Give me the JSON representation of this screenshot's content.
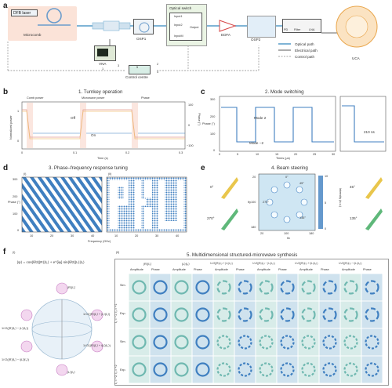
{
  "panels": {
    "a": {
      "letter": "a",
      "dfb_laser": "DFB laser",
      "microcomb": "Microcomb",
      "vna": "VNA",
      "ospi": "OSP1",
      "optical_switch": "Optical switch",
      "inputs": [
        "Input1",
        "Input2",
        "InputM"
      ],
      "output": "Output",
      "edfa": "EDFA",
      "osp2": "OSP2",
      "pd": "PD",
      "filter": "Filter",
      "lna": "LNA",
      "uca": "UCA",
      "control_centre": "Control centre",
      "numbers": [
        "1",
        "2",
        "3",
        "4",
        "5"
      ],
      "legend": [
        "Optical path",
        "Electrical path",
        "Control path"
      ]
    },
    "b": {
      "letter": "b",
      "title": "1. Turnkey operation",
      "legend": [
        "Comb power",
        "Microwave power",
        "Phase"
      ],
      "ylabel": "Normalized power",
      "y2label": "Phase (°)",
      "xlabel": "Time (s)",
      "off": "Off",
      "on": "On",
      "xticks": [
        "0",
        "0.1",
        "0.2",
        "0.3"
      ],
      "yticks": [
        "0",
        "1"
      ],
      "y2ticks": [
        "100",
        "0",
        "−100"
      ]
    },
    "c": {
      "letter": "c",
      "title": "2. Mode switching",
      "ylabel": "Phase (°)",
      "xlabel": "Times (μs)",
      "mode2": "Mode 2",
      "mode_m2": "Mode −2",
      "ns": "210 ns",
      "xticks": [
        "0",
        "5",
        "10",
        "15",
        "20",
        "25",
        "30"
      ],
      "yticks": [
        "300",
        "200",
        "100",
        "0"
      ]
    },
    "d": {
      "letter": "d",
      "title": "3. Phase–frequency response tuning",
      "sub_i": "(i)",
      "sub_ii": "(ii)",
      "ylabel": "Phase (°)",
      "xlabel": "Frequency (GHz)",
      "xticks_left": [
        "10",
        "20",
        "30",
        "40"
      ],
      "xticks_right": [
        "10",
        "20",
        "30",
        "40"
      ],
      "yticks": [
        "300",
        "200",
        "100",
        "0"
      ]
    },
    "e": {
      "letter": "e",
      "title": "4. Beam steering",
      "angles": [
        "0°",
        "45°",
        "270°",
        "135°"
      ],
      "inner_angles": [
        "0°",
        "45°",
        "270°",
        "135°"
      ],
      "ylabel": "θy",
      "xlabel": "θx",
      "cbar_label": "Intensity (a.u.)",
      "cbar_ticks": [
        "10",
        "5",
        "0"
      ],
      "xticks": [
        "20",
        "100",
        "180"
      ],
      "yticks": [
        "20",
        "100",
        "180"
      ]
    },
    "f": {
      "letter": "f",
      "sub_i": "(i)",
      "sub_ii": "(ii)",
      "title": "5. Multidimensional structured-microwave synthesis",
      "equation": "|ψ⟩ = cos(θ/2)|R⟩|ℓ₁⟩ + e^{iφ} sin(θ/2)|L⟩|ℓ₂⟩",
      "sphere_labels": [
        "|R⟩|ℓ₁⟩",
        "|L⟩|ℓ₂⟩",
        "1/√2(|R⟩|ℓ₁⟩ + |L⟩|ℓ₂⟩)",
        "1/√2(|R⟩|ℓ₁⟩ − |L⟩|ℓ₂⟩)",
        "1/√2(|R⟩|ℓ₁⟩ + i|L⟩|ℓ₂⟩)",
        "1/√2(|R⟩|ℓ₁⟩ − i|L⟩|ℓ₂⟩)"
      ],
      "col_groups": [
        "|R⟩|ℓ₁⟩",
        "|L⟩|ℓ₂⟩",
        "1/√2(|R⟩|ℓ₁⟩ + |L⟩|ℓ₂⟩)",
        "1/√2(|R⟩|ℓ₁⟩ − |L⟩|ℓ₂⟩)",
        "1/√2(|R⟩|ℓ₁⟩ + i|L⟩|ℓ₂⟩)",
        "1/√2(|R⟩|ℓ₁⟩ − i|L⟩|ℓ₂⟩)"
      ],
      "col_sub": [
        "Amplitude",
        "Phase"
      ],
      "row_groups": [
        "ℓ₁ = −1, ℓ₂ = +1",
        "ℓ₁ = −2, ℓ₂ = +2"
      ],
      "row_sub": [
        "Sim.",
        "Exp.",
        "Sim.",
        "Exp."
      ]
    }
  },
  "colors": {
    "optical": "#7fb4d6",
    "electrical": "#333333",
    "control": "#888888",
    "phase_blue": "#3f7fc0",
    "comb": "#e59a8c",
    "microwave": "#f1c27d",
    "field_teal": "#6fb8b0"
  }
}
